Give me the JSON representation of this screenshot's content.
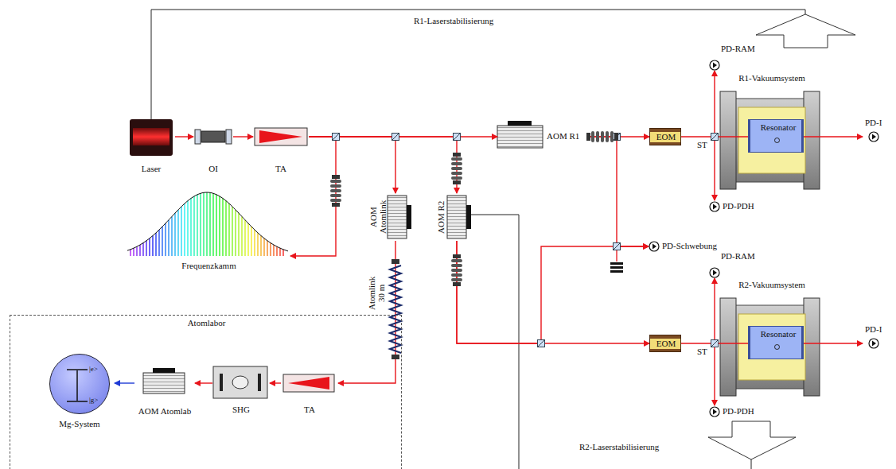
{
  "diagram": {
    "nodes": [
      {
        "text": [
          "Laser"
        ]
      },
      {
        "text": [
          "OI"
        ]
      },
      {
        "text": [
          "TA"
        ]
      },
      {
        "text": [
          "Frequenzkamm"
        ]
      },
      {
        "text": [
          "AOM Atomlink"
        ]
      },
      {
        "text": [
          "AOM R2"
        ]
      },
      {
        "text": [
          "AOM R1"
        ]
      },
      {
        "text": [
          "EOM"
        ]
      },
      {
        "text": [
          "R1-Vakuumsystem"
        ]
      },
      {
        "text": [
          "Resonator"
        ],
        "in": 8
      },
      {
        "text": [
          "PD-RAM"
        ]
      },
      {
        "text": [
          "PD-PDH"
        ]
      },
      {
        "text": [
          "PD-I"
        ]
      },
      {
        "text": [
          "PD-Schwebung"
        ]
      },
      {
        "text": [
          "EOM"
        ]
      },
      {
        "text": [
          "R2-Vakuumsystem"
        ]
      },
      {
        "text": [
          "Resonator"
        ],
        "in": 15
      },
      {
        "text": [
          "PD-RAM"
        ]
      },
      {
        "text": [
          "PD-PDH"
        ]
      },
      {
        "text": [
          "PD-I"
        ]
      },
      {
        "text": [
          "Atomlabor"
        ]
      },
      {
        "text": [
          "|e>",
          "|g>",
          "Mg-System"
        ],
        "in": 20
      },
      {
        "text": [
          "AOM Atomlab"
        ],
        "in": 20
      },
      {
        "text": [
          "SHG"
        ],
        "in": 20
      },
      {
        "text": [
          "TA"
        ],
        "in": 20
      }
    ],
    "edges": [
      {
        "from": 0,
        "to": 1,
        "arrow": "to"
      },
      {
        "from": 1,
        "to": 2,
        "arrow": "to"
      },
      {
        "from": 2,
        "to": 3,
        "arrow": "to"
      },
      {
        "from": 2,
        "to": 4,
        "arrow": "to"
      },
      {
        "from": 2,
        "to": 5,
        "arrow": "to"
      },
      {
        "from": 2,
        "to": 6,
        "arrow": "to"
      },
      {
        "from": 6,
        "to": 7,
        "arrow": "to"
      },
      {
        "from": 6,
        "to": 13,
        "arrow": "to"
      },
      {
        "from": 5,
        "to": 13,
        "arrow": "to"
      },
      {
        "from": 5,
        "to": 14,
        "arrow": "to"
      },
      {
        "from": 7,
        "to": 10,
        "arrow": "to"
      },
      {
        "from": 9,
        "to": 11,
        "arrow": "to"
      },
      {
        "from": 9,
        "to": 12,
        "arrow": "to"
      },
      {
        "from": 14,
        "to": 17,
        "arrow": "to"
      },
      {
        "from": 16,
        "to": 18,
        "arrow": "to"
      },
      {
        "from": 16,
        "to": 19,
        "arrow": "to"
      },
      {
        "from": 4,
        "to": 24,
        "arrow": "to"
      },
      {
        "from": 24,
        "to": 23,
        "arrow": "to"
      },
      {
        "from": 23,
        "to": 22,
        "arrow": "to"
      },
      {
        "from": 22,
        "to": 21,
        "arrow": "to"
      }
    ],
    "labels": [
      "R1-Laserstabilisierung",
      "ST",
      "Atomlink 30 m",
      "ST",
      "R2-Laserstabilisierung"
    ]
  }
}
